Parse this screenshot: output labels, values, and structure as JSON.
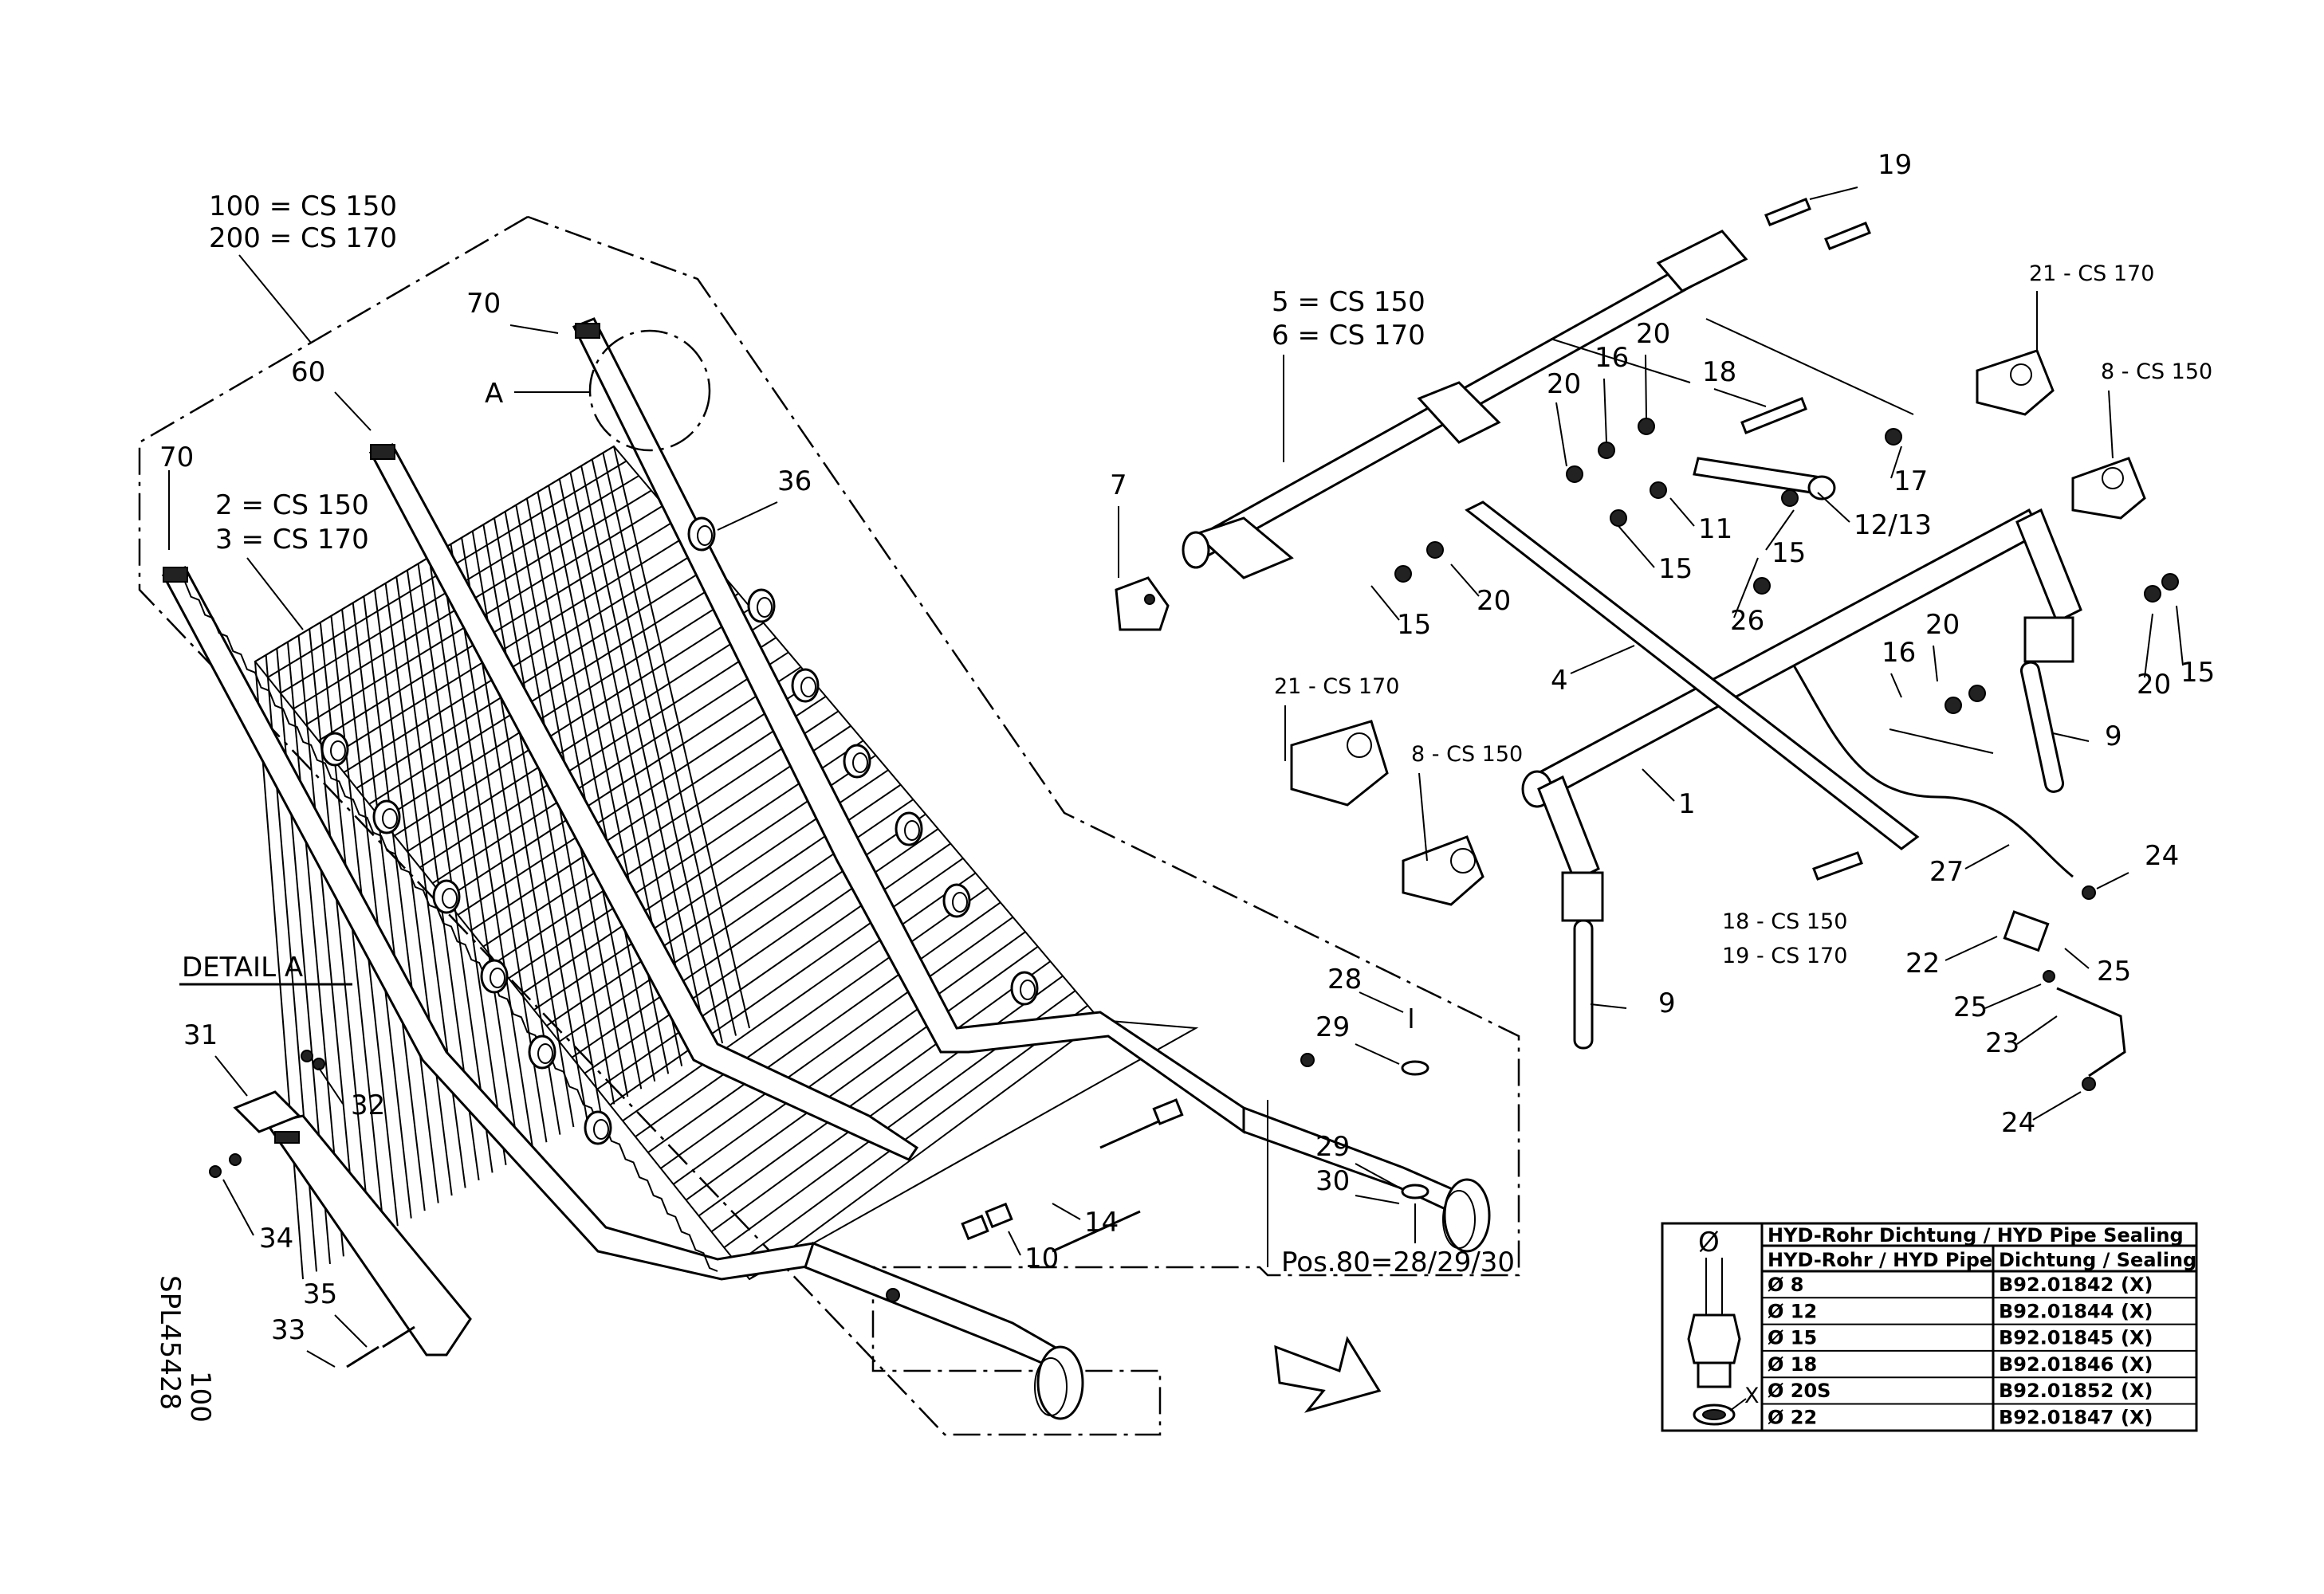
{
  "labels": {
    "variant_100": "100 = CS 150",
    "variant_200": "200 = CS 170",
    "variant_2": "2 = CS 150",
    "variant_3": "3 = CS 170",
    "variant_5": "5 = CS 150",
    "variant_6": "6 = CS 170",
    "variant_21a": "21 - CS 170",
    "variant_21b": "21 - CS 170",
    "variant_8a": "8 - CS 150",
    "variant_8b": "8 - CS 150",
    "variant_18": "18 - CS 150",
    "variant_19": "19 - CS 170",
    "detail_title": "DETAIL A",
    "detail_letter": "A",
    "pos80": "Pos.80=28/29/30",
    "drawing_number": "SPL45428",
    "drawing_sheet": "100"
  },
  "callouts": [
    "70",
    "60",
    "70",
    "36",
    "7",
    "19",
    "20",
    "16",
    "20",
    "18",
    "17",
    "11",
    "12/13",
    "15",
    "15",
    "15",
    "20",
    "26",
    "4",
    "1",
    "9",
    "9",
    "20",
    "15",
    "16",
    "20",
    "24",
    "27",
    "22",
    "25",
    "25",
    "23",
    "24",
    "14",
    "10",
    "28",
    "29",
    "29",
    "30",
    "31",
    "32",
    "34",
    "33",
    "35"
  ],
  "table": {
    "header_diameter": "Ø",
    "header_title": "HYD-Rohr Dichtung / HYD Pipe Sealing",
    "col1": "HYD-Rohr / HYD Pipe",
    "col2": "Dichtung / Sealing",
    "mark": "X",
    "rows": [
      {
        "pipe": "Ø 8",
        "code": "B92.01842",
        "flag": "(X)"
      },
      {
        "pipe": "Ø 12",
        "code": "B92.01844",
        "flag": "(X)"
      },
      {
        "pipe": "Ø 15",
        "code": "B92.01845",
        "flag": "(X)"
      },
      {
        "pipe": "Ø 18",
        "code": "B92.01846",
        "flag": "(X)"
      },
      {
        "pipe": "Ø 20S",
        "code": "B92.01852",
        "flag": "(X)"
      },
      {
        "pipe": "Ø 22",
        "code": "B92.01847",
        "flag": "(X)"
      }
    ]
  }
}
